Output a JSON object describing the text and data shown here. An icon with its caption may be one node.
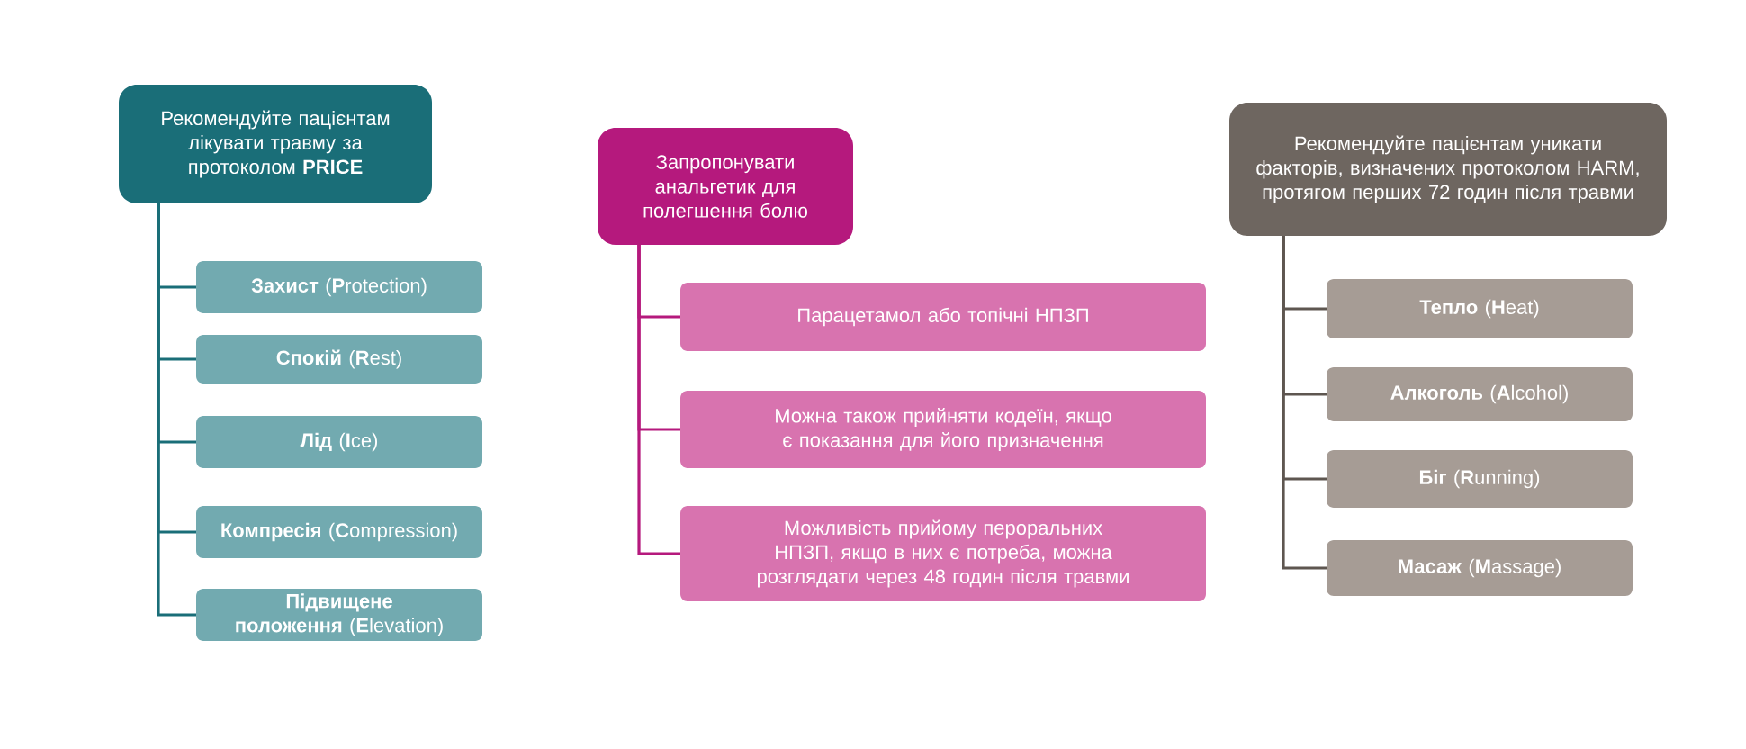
{
  "diagram": {
    "nodes": [
      {
        "text": [
          "Рекомендуйте пацієнтам лікувати травму за протоколом **PRICE**"
        ]
      },
      {
        "text": [
          "**Захист** (**P**rotection)"
        ]
      },
      {
        "text": [
          "**Спокій** (**R**est)"
        ]
      },
      {
        "text": [
          "**Лід** (**I**ce)"
        ]
      },
      {
        "text": [
          "**Компресія** (**C**ompression)"
        ]
      },
      {
        "text": [
          "**Підвищене положення** (**E**levation)"
        ]
      },
      {
        "text": [
          "Запропонувати анальгетик для полегшення болю"
        ]
      },
      {
        "text": [
          "Парацетамол або топічні НПЗП"
        ]
      },
      {
        "text": [
          "Можна також прийняти кодеїн, якщо є показання для його призначення"
        ]
      },
      {
        "text": [
          "Можливість прийому пероральних НПЗП, якщо в них є потреба, можна розглядати через 48 годин після травми"
        ]
      },
      {
        "text": [
          "Рекомендуйте пацієнтам уникати факторів, визначених протоколом HARM, протягом перших 72 годин після травми"
        ]
      },
      {
        "text": [
          "**Тепло** (**H**eat)"
        ]
      },
      {
        "text": [
          "**Алкоголь** (**A**lcohol)"
        ]
      },
      {
        "text": [
          "**Біг** (**R**unning)"
        ]
      },
      {
        "text": [
          "**Масаж** (**M**assage)"
        ]
      }
    ],
    "edges": [
      {
        "from": 0,
        "to": 1,
        "arrow": "none"
      },
      {
        "from": 0,
        "to": 2,
        "arrow": "none"
      },
      {
        "from": 0,
        "to": 3,
        "arrow": "none"
      },
      {
        "from": 0,
        "to": 4,
        "arrow": "none"
      },
      {
        "from": 0,
        "to": 5,
        "arrow": "none"
      },
      {
        "from": 6,
        "to": 7,
        "arrow": "none",
        "color": "#b5197d"
      },
      {
        "from": 6,
        "to": 8,
        "arrow": "none",
        "color": "#b5197d"
      },
      {
        "from": 6,
        "to": 9,
        "arrow": "none",
        "color": "#b5197d"
      },
      {
        "from": 10,
        "to": 11,
        "arrow": "none",
        "color": "#5e5650"
      },
      {
        "from": 10,
        "to": 12,
        "arrow": "none",
        "color": "#5e5650"
      },
      {
        "from": 10,
        "to": 13,
        "arrow": "none",
        "color": "#5e5650"
      },
      {
        "from": 10,
        "to": 14,
        "arrow": "none",
        "color": "#5e5650"
      }
    ]
  }
}
